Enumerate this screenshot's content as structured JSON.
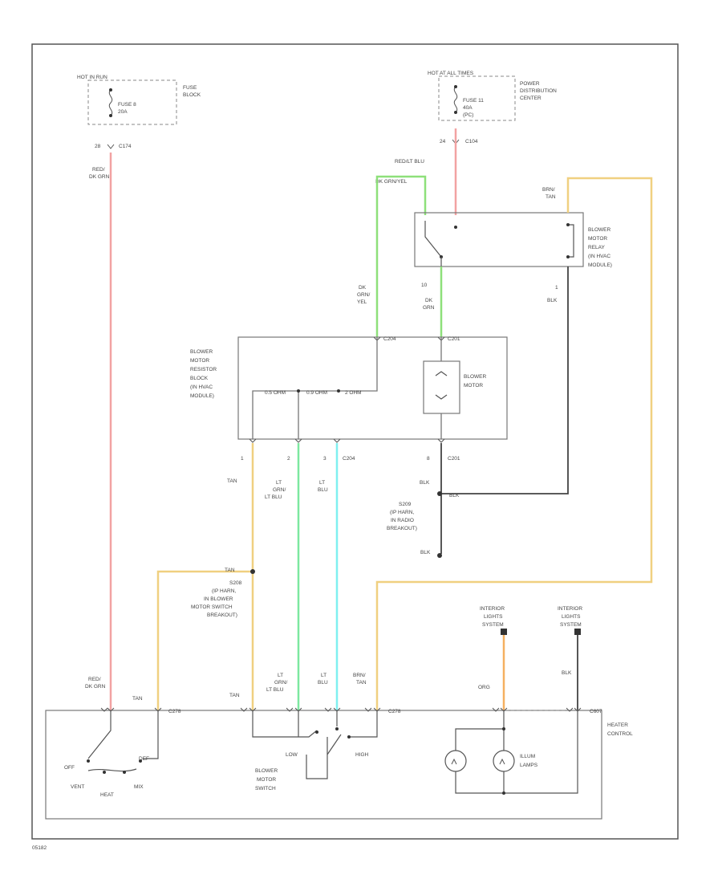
{
  "colors": {
    "red_wire": "#f2a2a2",
    "green_wire": "#8ee07a",
    "lt_green_wire": "#7de8a0",
    "lt_blue_wire": "#7ff0f0",
    "tan_wire": "#f0d080",
    "orange_wire": "#f5b060",
    "black_wire": "#444444",
    "frame": "#555555"
  },
  "labels": {
    "hot_run": "HOT IN RUN",
    "fuse_block": [
      "FUSE",
      "BLOCK"
    ],
    "fuse8": [
      "FUSE 8",
      "20A"
    ],
    "hot_all": "HOT AT ALL TIMES",
    "pdc": [
      "POWER",
      "DISTRIBUTION",
      "CENTER"
    ],
    "fuse11": [
      "FUSE 11",
      "40A",
      "(PC)"
    ],
    "c_left_top_pin": "28",
    "c_left_top": "C174",
    "c_right_top_pin": "24",
    "c_right_top": "C104",
    "red_dkgrn": [
      "RED/",
      "DK GRN"
    ],
    "red_ltblu": "RED/LT BLU",
    "dkgrn_yel_top": "DK GRN/YEL",
    "brn_tan_relay": [
      "BRN/",
      "TAN"
    ],
    "relay": [
      "BLOWER",
      "MOTOR",
      "RELAY",
      "(IN HVAC",
      "MODULE)"
    ],
    "relay_pin1": "1",
    "blk": "BLK",
    "dkgrn_yel_mid": [
      "DK",
      "GRN/",
      "YEL"
    ],
    "pin10": "10",
    "dk_grn": [
      "DK",
      "GRN"
    ],
    "c204": "C204",
    "c201": "C201",
    "resistor": [
      "BLOWER",
      "MOTOR",
      "RESISTOR",
      "BLOCK",
      "(IN HVAC",
      "MODULE)"
    ],
    "motor": [
      "BLOWER",
      "MOTOR"
    ],
    "r1": "0.5 OHM",
    "r2": "0.9 OHM",
    "r3": "2 OHM",
    "pin_1": "1",
    "pin_2": "2",
    "pin_3": "3",
    "c204b": "C204",
    "pin_8": "8",
    "c201b": "C201",
    "tan": "TAN",
    "lt_grn_ltblu": [
      "LT",
      "GRN/",
      "LT BLU"
    ],
    "lt_blu": [
      "LT",
      "BLU"
    ],
    "blk2": "BLK",
    "s_blk": "BLK",
    "splice_s209": [
      "S209",
      "(IP HARN,",
      "IN RADIO",
      "BREAKOUT)"
    ],
    "ground": "BLK",
    "tan_splice": "TAN",
    "splice_s208": [
      "S208",
      "(IP HARN,",
      "IN BLOWER",
      "MOTOR SWITCH",
      "BREAKOUT)"
    ],
    "int_lights1": [
      "INTERIOR",
      "LIGHTS",
      "SYSTEM"
    ],
    "int_lights2": [
      "INTERIOR",
      "LIGHTS",
      "SYSTEM"
    ],
    "blk3": "BLK",
    "red_dkgrn_bottom": [
      "RED/",
      "DK GRN"
    ],
    "tan_bottom1": "TAN",
    "tan_bottom2": "TAN",
    "lt_grn_ltblu_bottom": [
      "LT",
      "GRN/",
      "LT BLU"
    ],
    "lt_blu_bottom": [
      "LT",
      "BLU"
    ],
    "brn_tan_bottom": [
      "BRN/",
      "TAN"
    ],
    "org": "ORG",
    "c_c278": "C278",
    "c_c278b": "C278",
    "c_c607": "C607",
    "heater_control": [
      "HEATER",
      "CONTROL"
    ],
    "off": "OFF",
    "vent": "VENT",
    "heat": "HEAT",
    "mix": "MIX",
    "def": "DEF",
    "low": "LOW",
    "high": "HIGH",
    "blower_switch": [
      "BLOWER",
      "MOTOR",
      "SWITCH"
    ],
    "illum": [
      "ILLUM",
      "LAMPS"
    ],
    "fig_id": "05182"
  }
}
